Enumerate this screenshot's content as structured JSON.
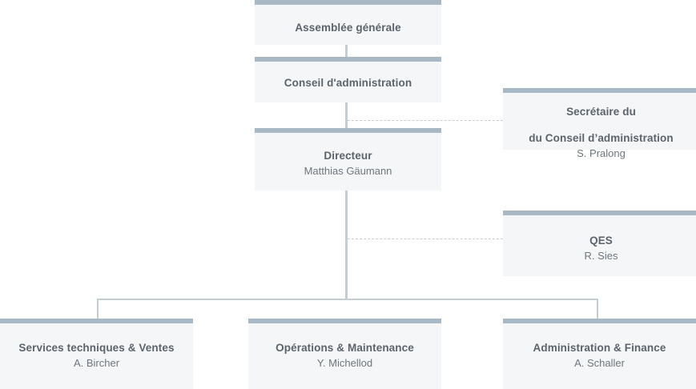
{
  "chart": {
    "type": "org-chart",
    "accent_bar_color": "#a8b8c4",
    "box_background_color": "#f5f6f8",
    "connector_color": "#c3ced4",
    "dashed_connector_color": "#c9cfcc",
    "title_color": "#5c646b",
    "person_color": "#6e767c"
  },
  "nodes": {
    "assemblee": {
      "title": "Assemblée générale",
      "person": ""
    },
    "conseil": {
      "title": "Conseil d'administration",
      "person": ""
    },
    "directeur": {
      "title": "Directeur",
      "person": "Matthias Gäumann"
    },
    "secretaire": {
      "title_line1": "Secrétaire du",
      "title_line2": "du Conseil d’administration",
      "person": "S. Pralong"
    },
    "qes": {
      "title": "QES",
      "person": "R. Sies"
    },
    "services": {
      "title": "Services techniques & Ventes",
      "person": "A. Bircher"
    },
    "operations": {
      "title": "Opérations & Maintenance",
      "person": "Y. Michellod"
    },
    "administration": {
      "title": "Administration & Finance",
      "person": "A. Schaller"
    }
  }
}
